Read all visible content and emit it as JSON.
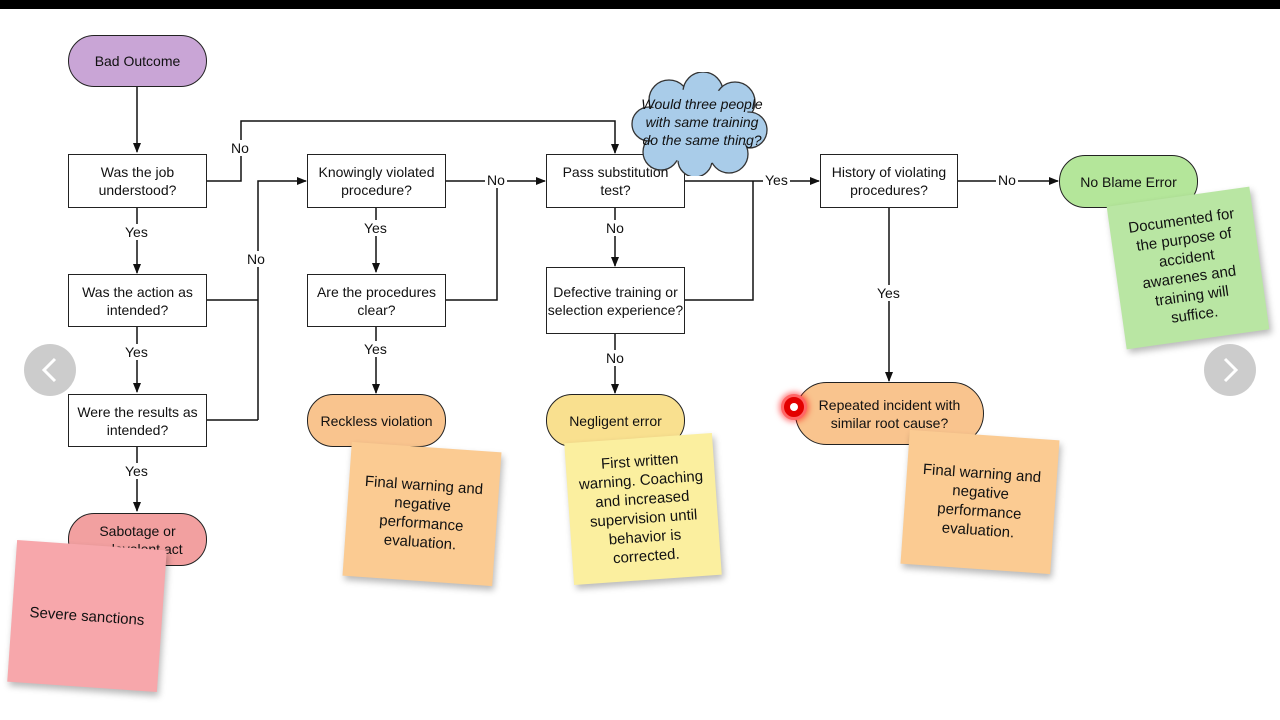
{
  "colors": {
    "start": "#c9a5d6",
    "sabotage": "#f2a0a0",
    "reckless": "#f9c48e",
    "negligent": "#f9e08f",
    "repeated": "#f9c48e",
    "noblame": "#b4e69a",
    "cloud": "#a9cce9",
    "note_red": "#f7a7ab",
    "note_orange": "#fbcb92",
    "note_yellow": "#fbef9f",
    "note_green": "#b9e6a3",
    "cursor": "#e30000"
  },
  "nodes": {
    "bad_outcome": "Bad Outcome",
    "job_understood": "Was the job understood?",
    "action_intended": "Was the action as intended?",
    "results_intended": "Were the results as intended?",
    "sabotage": "Sabotage or malevolent act",
    "knowingly_violated": "Knowingly violated procedure?",
    "procedures_clear": "Are the procedures clear?",
    "reckless": "Reckless violation",
    "substitution_test": "Pass substitution test?",
    "defective_training": "Defective training or selection experience?",
    "negligent": "Negligent error",
    "history_violating": "History of violating procedures?",
    "repeated_incident": "Repeated incident with similar root cause?",
    "no_blame": "No Blame Error"
  },
  "cloud_text": "Would three people with same training do the same thing?",
  "edge_labels": {
    "no_job": "No",
    "yes_job": "Yes",
    "yes_action": "Yes",
    "no_action": "No",
    "yes_results": "Yes",
    "no_knowingly": "No",
    "yes_knowingly": "Yes",
    "yes_clear": "Yes",
    "yes_substitution": "Yes",
    "no_substitution": "No",
    "no_defective": "No",
    "no_history": "No",
    "yes_history": "Yes"
  },
  "notes": {
    "severe": "Severe sanctions",
    "final_warning_1": "Final warning and negative performance evaluation.",
    "first_written": "First written warning. Coaching and increased supervision until behavior is corrected.",
    "final_warning_2": "Final warning and negative performance evaluation.",
    "documented": "Documented for the purpose of accident awarenes and training will suffice."
  },
  "nav": {
    "prev_icon": "chevron-left-icon",
    "next_icon": "chevron-right-icon"
  }
}
